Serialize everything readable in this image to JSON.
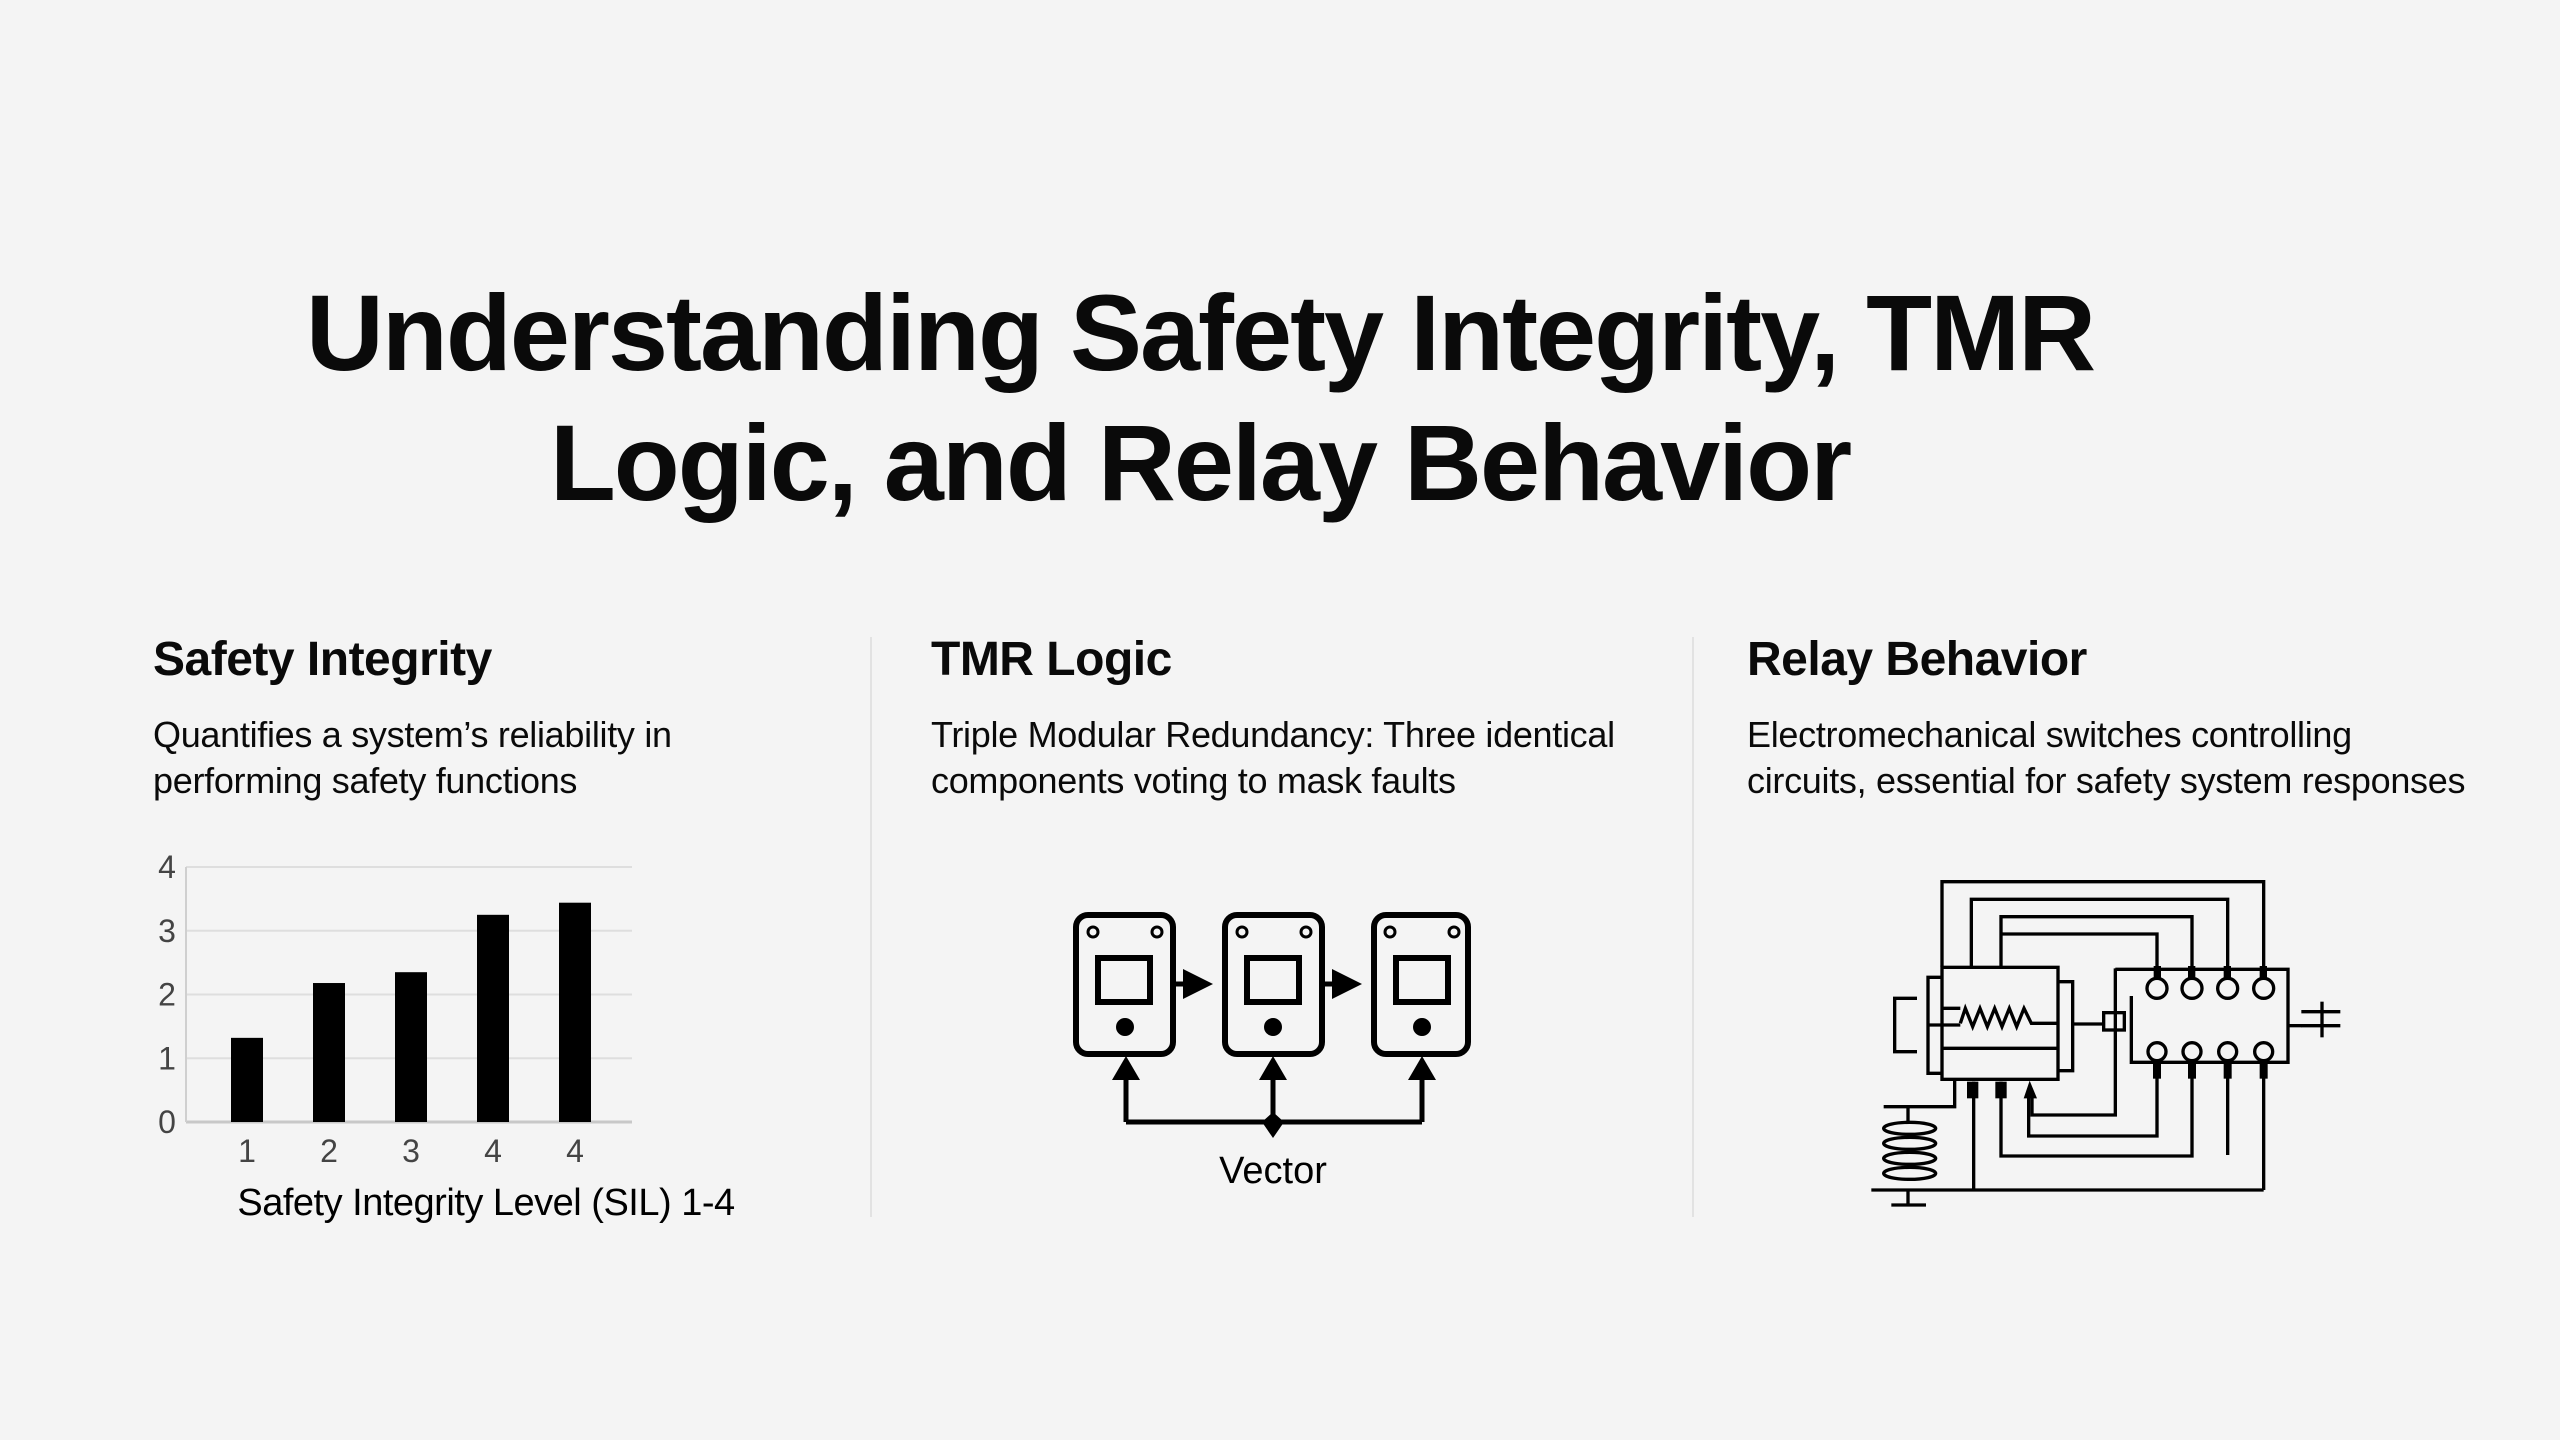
{
  "title": {
    "line1": "Understanding Safety Integrity, TMR",
    "line2": "Logic, and Relay Behavior"
  },
  "columns": [
    {
      "heading": "Safety Integrity",
      "desc1": "Quantifies a system’s reliability in",
      "desc2": "performing safety functions"
    },
    {
      "heading": "TMR Logic",
      "desc1": "Triple Modular Redundancy: Three identical",
      "desc2": "components voting to mask faults"
    },
    {
      "heading": "Relay Behavior",
      "desc1": "Electromechanical switches controlling",
      "desc2": "circuits, essential for safety system responses"
    }
  ],
  "tmr": {
    "label": "Vector"
  },
  "chart_data": {
    "type": "bar",
    "categories": [
      "1",
      "2",
      "3",
      "4",
      "4"
    ],
    "values": [
      1.32,
      2.18,
      2.35,
      3.25,
      3.44
    ],
    "title": "",
    "xlabel": "Safety Integrity Level (SIL) 1-4",
    "ylabel": "",
    "ylim": [
      0,
      4
    ],
    "yticks": [
      "0",
      "1",
      "2",
      "3",
      "4"
    ],
    "grid": true,
    "bar_color": "#000000"
  }
}
